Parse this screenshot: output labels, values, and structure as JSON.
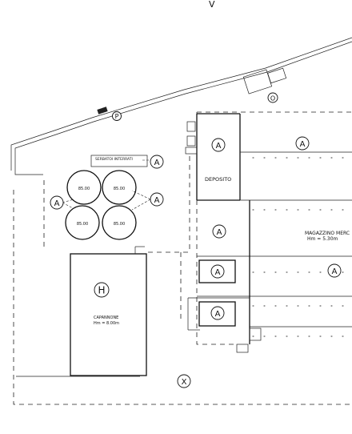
{
  "markers": {
    "north": "V",
    "p": "P",
    "o": "O",
    "h": "H",
    "x": "X",
    "a": "A"
  },
  "labels": {
    "deposito": "DEPOSITO",
    "magazzino_line1": "MAGAZZINO MERC",
    "magazzino_line2": "Hm = 5.30m",
    "capannone_line1": "CAPANNONE",
    "capannone_line2": "Hm = 8.00m",
    "tank_header": "SERBATOI INTERRATI"
  },
  "tanks": [
    "85.00",
    "85.00",
    "85.00",
    "85.00"
  ]
}
